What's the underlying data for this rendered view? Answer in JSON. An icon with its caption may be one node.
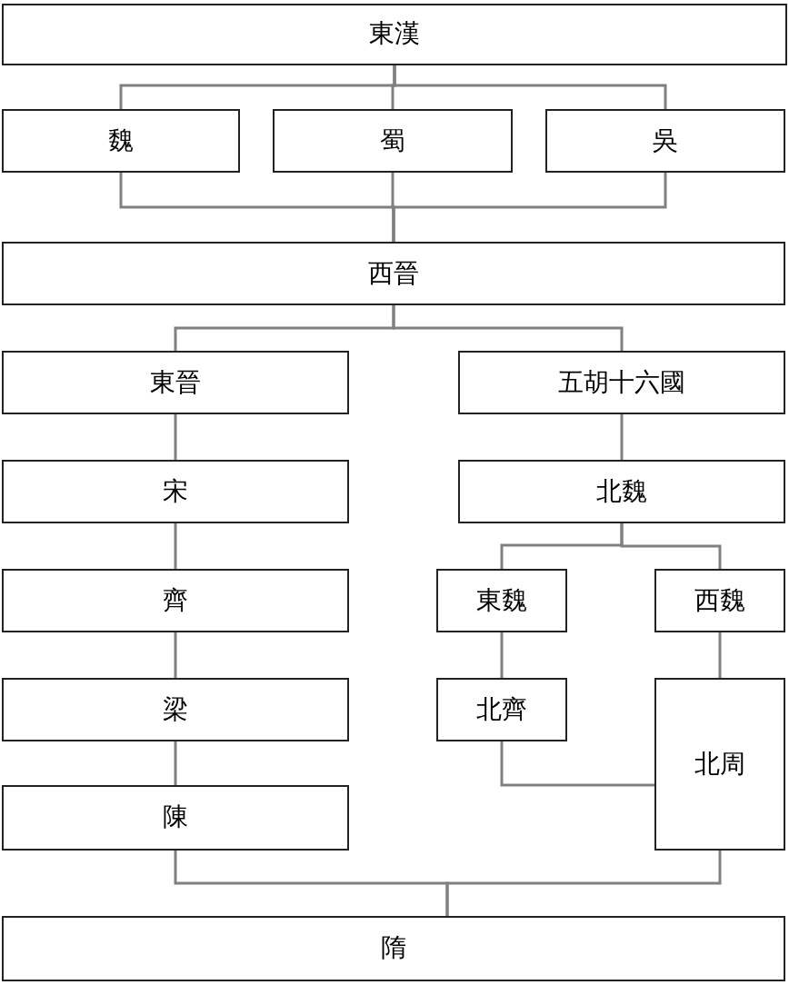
{
  "diagram": {
    "nodes": [
      {
        "text": [
          "東漢"
        ]
      },
      {
        "text": [
          "魏"
        ]
      },
      {
        "text": [
          "蜀"
        ]
      },
      {
        "text": [
          "吳"
        ]
      },
      {
        "text": [
          "西晉"
        ]
      },
      {
        "text": [
          "東晉"
        ]
      },
      {
        "text": [
          "五胡十六國"
        ]
      },
      {
        "text": [
          "宋"
        ]
      },
      {
        "text": [
          "北魏"
        ]
      },
      {
        "text": [
          "齊"
        ]
      },
      {
        "text": [
          "東魏"
        ]
      },
      {
        "text": [
          "西魏"
        ]
      },
      {
        "text": [
          "梁"
        ]
      },
      {
        "text": [
          "北齊"
        ]
      },
      {
        "text": [
          "北周"
        ]
      },
      {
        "text": [
          "陳"
        ]
      },
      {
        "text": [
          "隋"
        ]
      }
    ],
    "edges": [
      {
        "from": 0,
        "to": 1,
        "arrow": "none"
      },
      {
        "from": 0,
        "to": 2,
        "arrow": "none"
      },
      {
        "from": 0,
        "to": 3,
        "arrow": "none"
      },
      {
        "from": 1,
        "to": 4,
        "arrow": "none"
      },
      {
        "from": 2,
        "to": 4,
        "arrow": "none"
      },
      {
        "from": 3,
        "to": 4,
        "arrow": "none"
      },
      {
        "from": 4,
        "to": 5,
        "arrow": "none"
      },
      {
        "from": 4,
        "to": 6,
        "arrow": "none"
      },
      {
        "from": 5,
        "to": 7,
        "arrow": "none"
      },
      {
        "from": 6,
        "to": 8,
        "arrow": "none"
      },
      {
        "from": 7,
        "to": 9,
        "arrow": "none"
      },
      {
        "from": 8,
        "to": 10,
        "arrow": "none"
      },
      {
        "from": 8,
        "to": 11,
        "arrow": "none"
      },
      {
        "from": 9,
        "to": 12,
        "arrow": "none"
      },
      {
        "from": 10,
        "to": 13,
        "arrow": "none"
      },
      {
        "from": 11,
        "to": 14,
        "arrow": "none"
      },
      {
        "from": 12,
        "to": 15,
        "arrow": "none"
      },
      {
        "from": 13,
        "to": 14,
        "arrow": "none"
      },
      {
        "from": 15,
        "to": 16,
        "arrow": "none"
      },
      {
        "from": 14,
        "to": 16,
        "arrow": "none"
      }
    ]
  }
}
